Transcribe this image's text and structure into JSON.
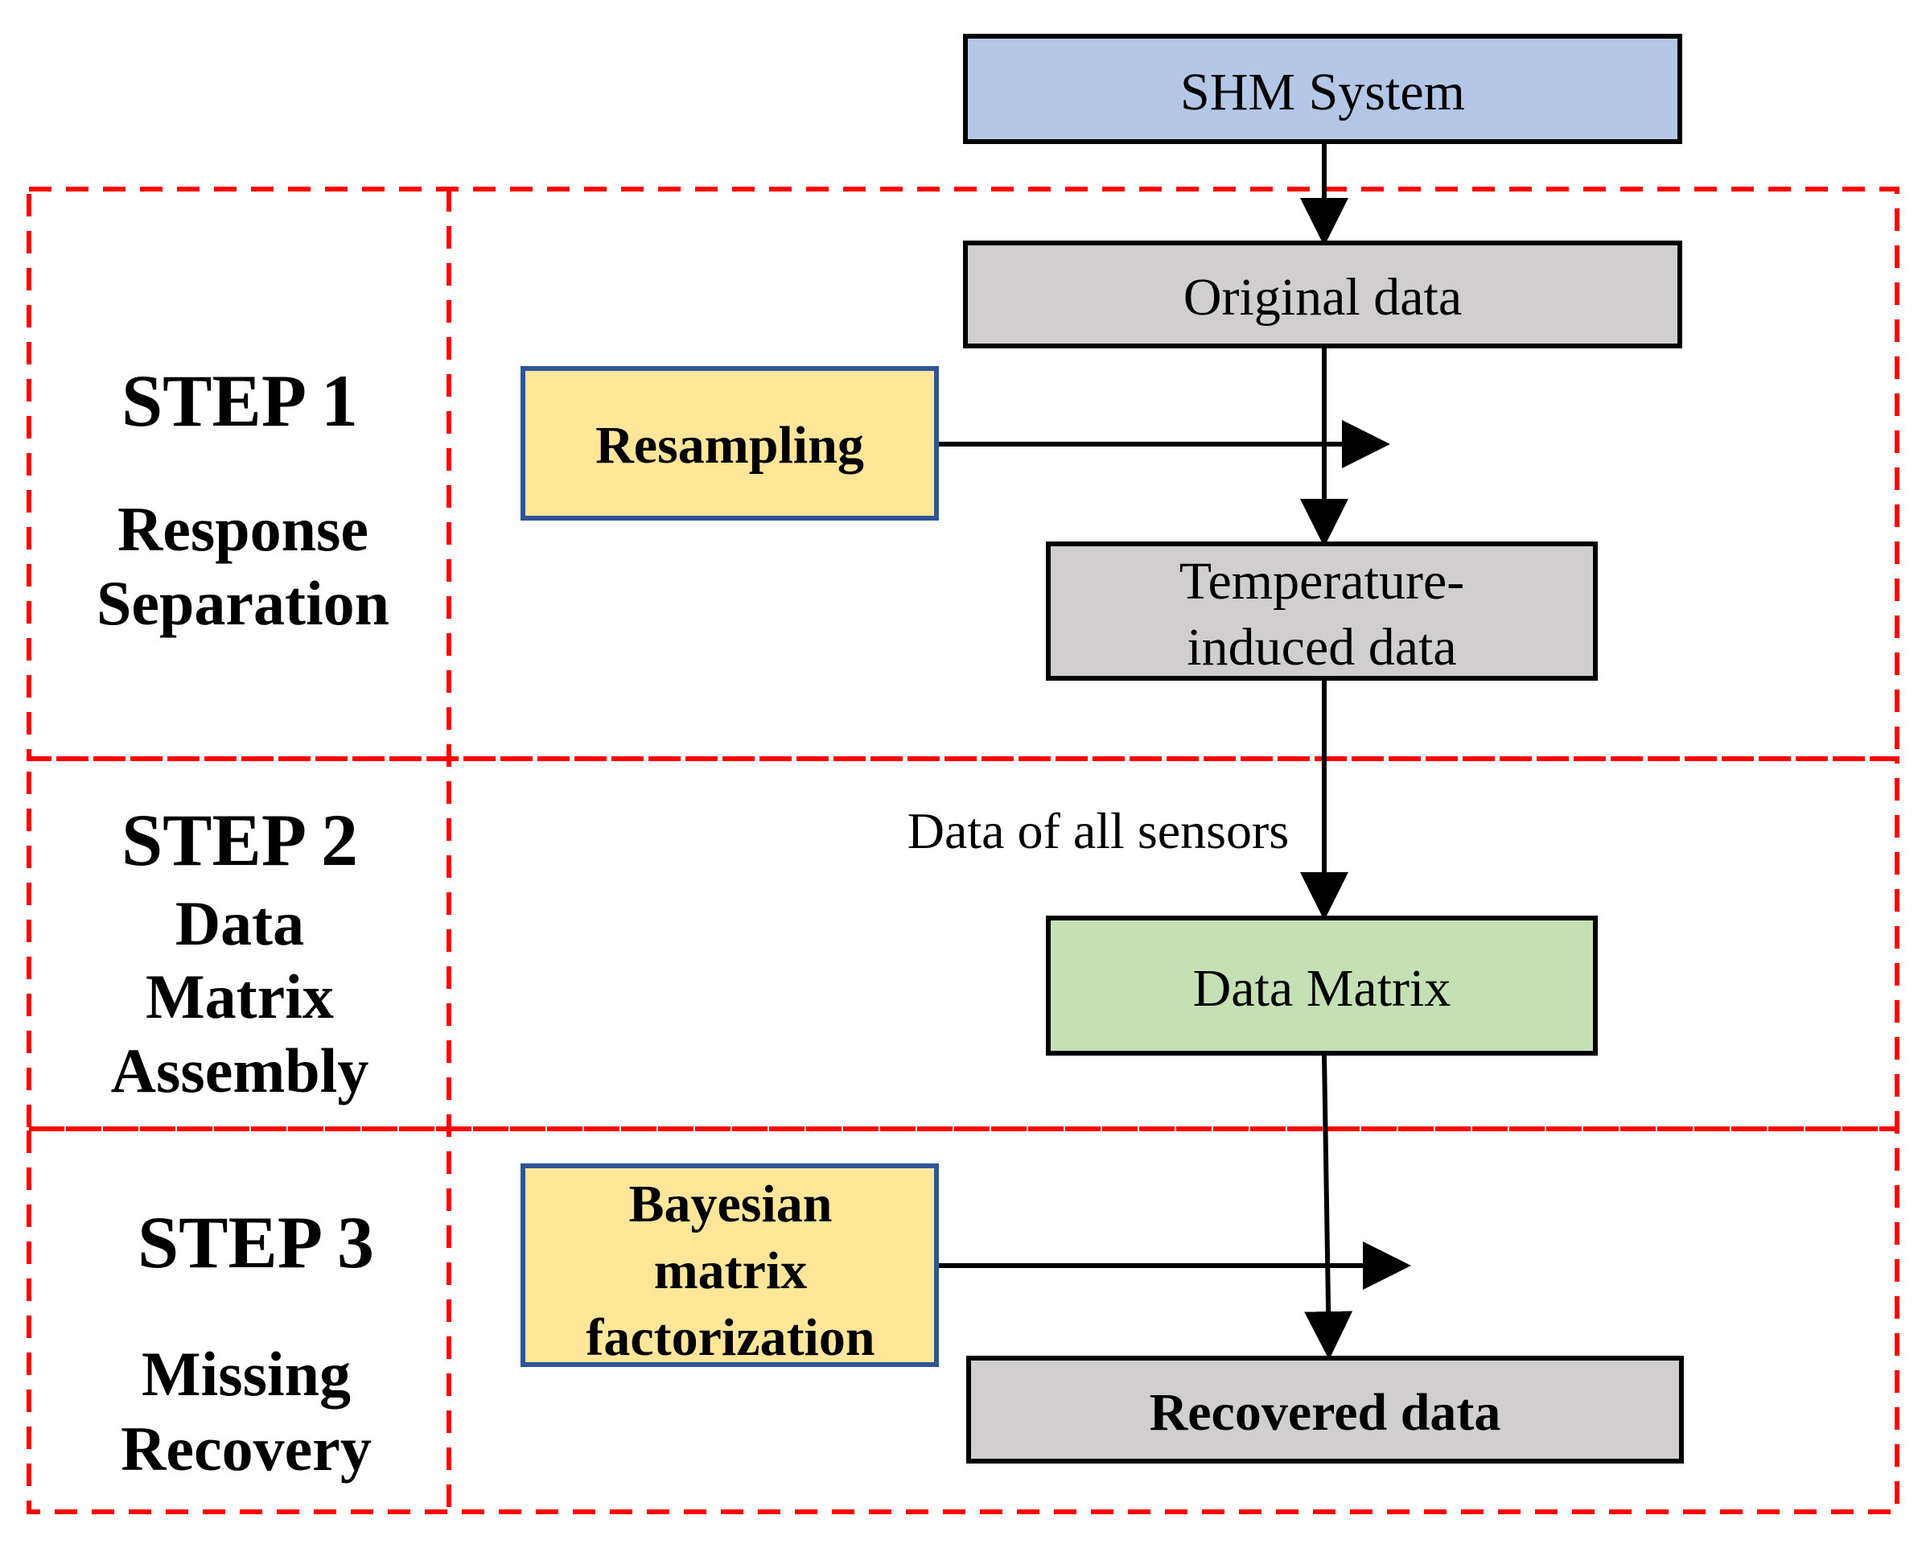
{
  "colors": {
    "shm_fill": "#b4c7e7",
    "gray_fill": "#d0cece",
    "yellow_fill": "#ffe699",
    "green_fill": "#c5e0b4",
    "dashed_border": "#ff0000",
    "yellow_border": "#2f5597",
    "box_border": "#000000"
  },
  "nodes": {
    "shm_system": "SHM System",
    "original_data": "Original data",
    "resampling": "Resampling",
    "temperature_induced_line1": "Temperature-",
    "temperature_induced_line2": "induced data",
    "data_matrix": "Data Matrix",
    "bayesian_line1": "Bayesian",
    "bayesian_line2": "matrix",
    "bayesian_line3": "factorization",
    "recovered_data": "Recovered data"
  },
  "edge_labels": {
    "data_of_all_sensors": "Data of all sensors"
  },
  "steps": [
    {
      "title": "STEP 1",
      "label_lines": [
        "Response",
        "Separation"
      ]
    },
    {
      "title": "STEP 2",
      "label_lines": [
        "Data",
        "Matrix",
        "Assembly"
      ]
    },
    {
      "title": "STEP 3",
      "label_lines": [
        "Missing",
        "Recovery"
      ]
    }
  ]
}
